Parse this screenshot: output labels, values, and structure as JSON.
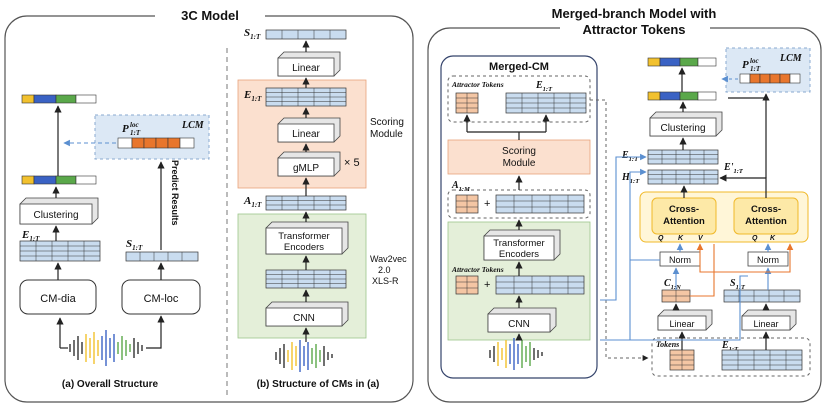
{
  "titles": {
    "left": "3C Model",
    "right_line1": "Merged-branch Model with",
    "right_line2": "Attractor Tokens"
  },
  "captions": {
    "a": "(a) Overall Structure",
    "b": "(b) Structure of CMs in (a)"
  },
  "left": {
    "cm_dia": "CM-dia",
    "cm_loc": "CM-loc",
    "clustering": "Clustering",
    "lcm": "LCM",
    "predict": "Predict Results",
    "e_label": "E",
    "e_sub": "1:T",
    "s_label": "S",
    "s_sub": "1:T",
    "p_label": "P",
    "p_sup": "loc",
    "p_sub": "1:T"
  },
  "mid": {
    "s_label": "S",
    "s_sub": "1:T",
    "linear_top": "Linear",
    "e_label": "E",
    "e_sub": "1:T",
    "linear_mid": "Linear",
    "gmlp": "gMLP",
    "times5": "× 5",
    "scoring1": "Scoring",
    "scoring2": "Module",
    "a_label": "A",
    "a_sub": "1:T",
    "transformer1": "Transformer",
    "transformer2": "Encoders",
    "cnn": "CNN",
    "wav1": "Wav2vec",
    "wav2": "2.0",
    "wav3": "XLS-R"
  },
  "right": {
    "merged_cm": "Merged-CM",
    "attractor_tokens_top": "Attractor Tokens",
    "e_label": "E",
    "e_sub": "1:T",
    "scoring1": "Scoring",
    "scoring2": "Module",
    "a_label": "A",
    "a_sub": "1:M",
    "transformer1": "Transformer",
    "transformer2": "Encoders",
    "attractor_tokens_bottom": "Attractor Tokens",
    "cnn": "CNN",
    "clustering": "Clustering",
    "lcm": "LCM",
    "p_label": "P",
    "p_sup": "loc",
    "p_sub": "1:T",
    "e2_label": "E",
    "e2_sub": "1:T",
    "eprime_label": "E'",
    "eprime_sub": "1:T",
    "h_label": "H",
    "h_sub": "1:T",
    "cross1": "Cross-",
    "cross2": "Attention",
    "q": "Q",
    "k": "K",
    "v": "V",
    "norm": "Norm",
    "c_label": "C",
    "c_sub": "1:N",
    "s_label": "S",
    "s_sub": "1:T",
    "linear": "Linear",
    "tokens": "Tokens",
    "e3_label": "E",
    "e3_sub": "1:T"
  },
  "colors": {
    "yellow": "#f2c12e",
    "blue": "#3a62c4",
    "green": "#5aa84a",
    "orange": "#e8762d",
    "token": "#f4c6a4",
    "cell": "#c9dcef",
    "lcm_bg": "#dce8f5",
    "scoring_bg": "#fbe0cf",
    "wav_bg": "#e4efd9",
    "attn_bg": "#fde9a7",
    "attn_border": "#f0b92a"
  }
}
